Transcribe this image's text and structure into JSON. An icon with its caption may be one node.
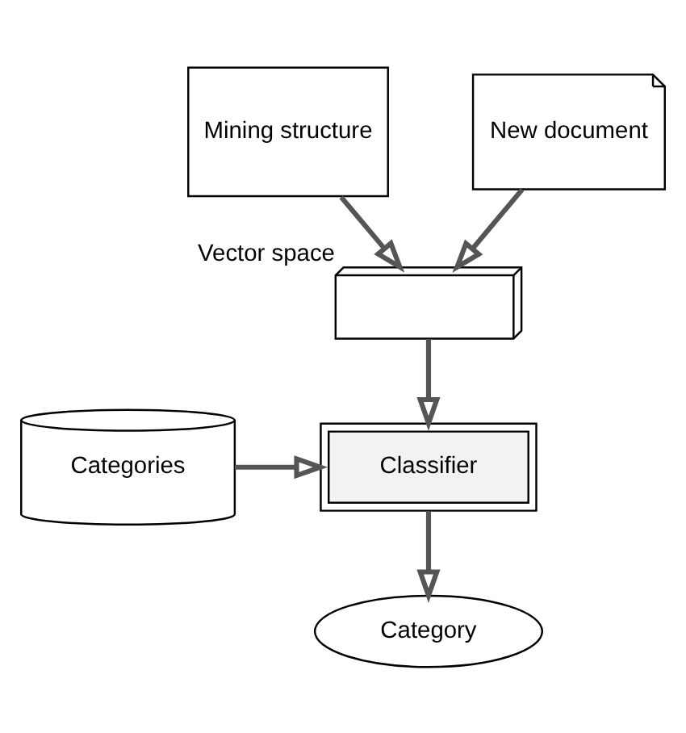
{
  "diagram": {
    "nodes": [
      {
        "text": [
          "Mining structure"
        ]
      },
      {
        "text": [
          "New document"
        ]
      },
      {
        "text": [],
        "shape": "picture",
        "beside": [
          "Vector space"
        ]
      },
      {
        "text": [
          "Categories"
        ]
      },
      {
        "text": [
          "Classifier"
        ]
      },
      {
        "text": [
          "Category"
        ]
      }
    ],
    "edges": [
      {
        "from": 0,
        "to": 2,
        "arrow": "to"
      },
      {
        "from": 1,
        "to": 2,
        "arrow": "to"
      },
      {
        "from": 2,
        "to": 4,
        "arrow": "to"
      },
      {
        "from": 3,
        "to": 4,
        "arrow": "to"
      },
      {
        "from": 4,
        "to": 5,
        "arrow": "to"
      }
    ]
  }
}
